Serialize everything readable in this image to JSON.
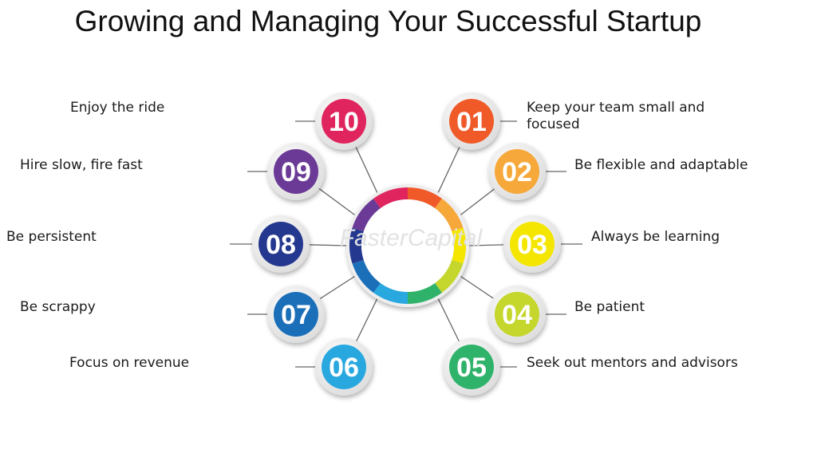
{
  "title": "Growing and Managing Your Successful Startup",
  "watermark": "FasterCapital",
  "items": [
    {
      "num": "01",
      "label": [
        "Keep your team small and",
        "focused"
      ],
      "color": "#f05a28"
    },
    {
      "num": "02",
      "label": [
        "Be flexible and adaptable"
      ],
      "color": "#f6a83a"
    },
    {
      "num": "03",
      "label": [
        "Always be learning"
      ],
      "color": "#f4e600"
    },
    {
      "num": "04",
      "label": [
        "Be patient"
      ],
      "color": "#c5d62c"
    },
    {
      "num": "05",
      "label": [
        "Seek out mentors and advisors"
      ],
      "color": "#2fb36a"
    },
    {
      "num": "06",
      "label": [
        "Focus on revenue"
      ],
      "color": "#29a8e0"
    },
    {
      "num": "07",
      "label": [
        "Be scrappy"
      ],
      "color": "#1a6fb8"
    },
    {
      "num": "08",
      "label": [
        "Be persistent"
      ],
      "color": "#24388f"
    },
    {
      "num": "09",
      "label": [
        "Hire slow, fire fast"
      ],
      "color": "#6a3a96"
    },
    {
      "num": "10",
      "label": [
        "Enjoy the ride"
      ],
      "color": "#e0245e"
    }
  ]
}
